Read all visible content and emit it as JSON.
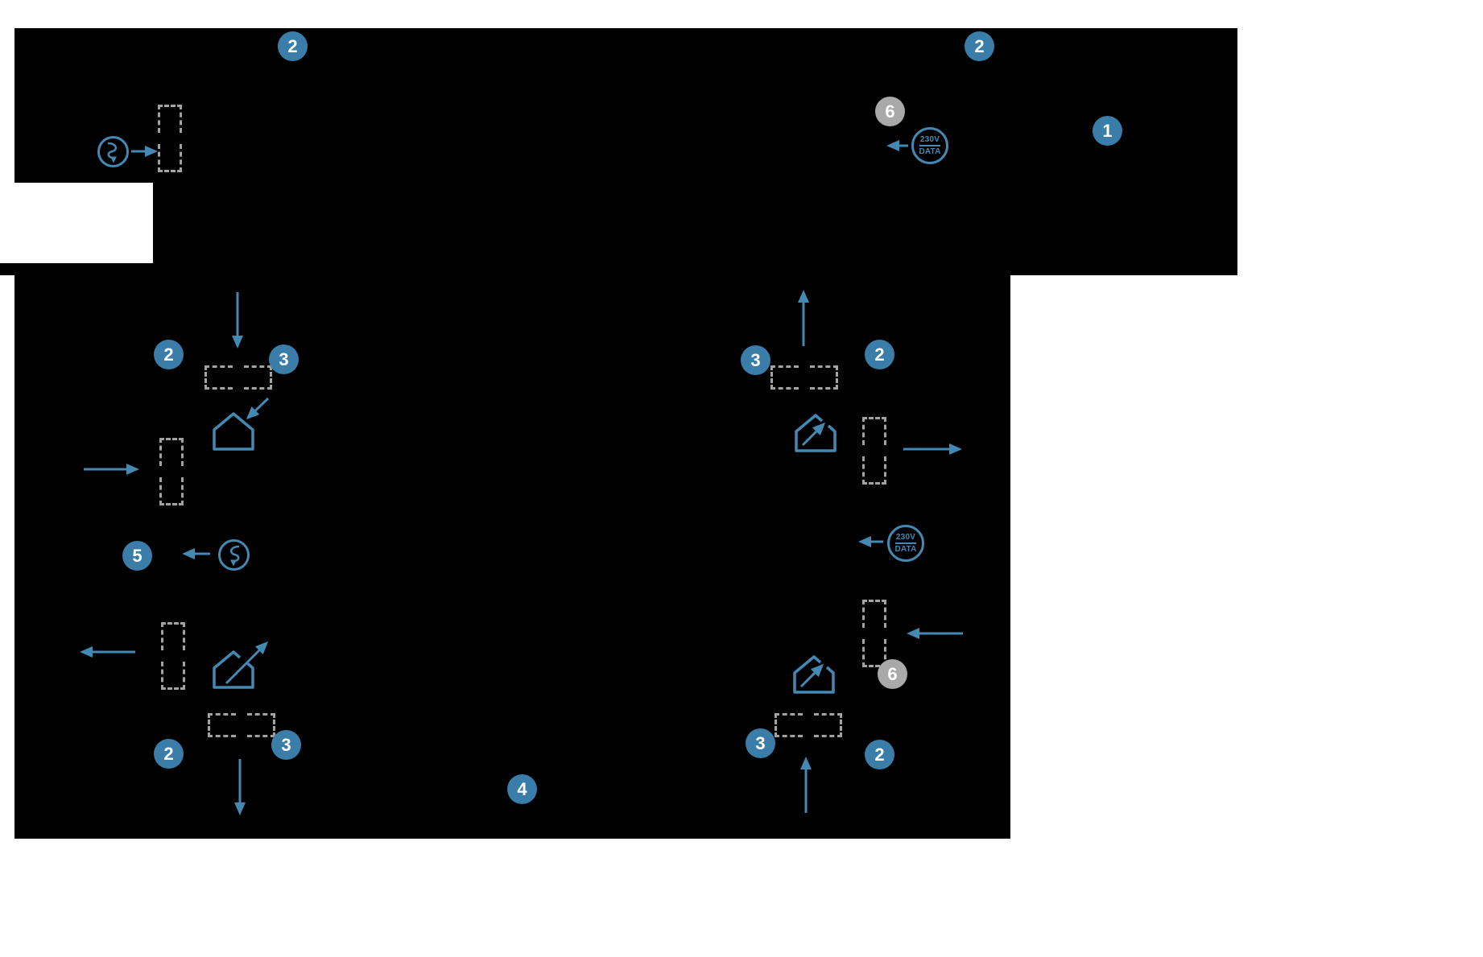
{
  "diagram": {
    "type": "ventilation-floor-plan",
    "colors": {
      "accent_blue": "#4488B4",
      "badge_blue": "#3A7DA8",
      "badge_gray": "#A9A9A9",
      "plan_fill": "#000000",
      "duct_dash_gray": "#A2A2A2",
      "background": "#FFFFFF"
    },
    "badges": [
      {
        "label": "2",
        "variant": "blue",
        "location": "top-left"
      },
      {
        "label": "2",
        "variant": "blue",
        "location": "top-right"
      },
      {
        "label": "6",
        "variant": "gray",
        "location": "upper-right-unit"
      },
      {
        "label": "1",
        "variant": "blue",
        "location": "right-room"
      },
      {
        "label": "2",
        "variant": "blue",
        "location": "mid-left-outer"
      },
      {
        "label": "3",
        "variant": "blue",
        "location": "mid-left-inner"
      },
      {
        "label": "3",
        "variant": "blue",
        "location": "mid-right-inner"
      },
      {
        "label": "2",
        "variant": "blue",
        "location": "mid-right-outer"
      },
      {
        "label": "5",
        "variant": "blue",
        "location": "left-center"
      },
      {
        "label": "2",
        "variant": "blue",
        "location": "bottom-left-outer"
      },
      {
        "label": "3",
        "variant": "blue",
        "location": "bottom-left-inner"
      },
      {
        "label": "3",
        "variant": "blue",
        "location": "bottom-right-inner"
      },
      {
        "label": "2",
        "variant": "blue",
        "location": "bottom-right-outer"
      },
      {
        "label": "6",
        "variant": "gray",
        "location": "lower-right-unit"
      },
      {
        "label": "4",
        "variant": "blue",
        "location": "bottom-center"
      }
    ],
    "power_data": {
      "line1": "230V",
      "line2": "DATA"
    },
    "icons": [
      {
        "name": "siphon-icon",
        "meaning": "condensate drain trap"
      },
      {
        "name": "house-supply-icon",
        "meaning": "supply air into room"
      },
      {
        "name": "house-extract-icon",
        "meaning": "extract air out of room"
      },
      {
        "name": "duct-penetration-icon",
        "meaning": "dashed duct wall opening"
      },
      {
        "name": "power-data-icon",
        "meaning": "230V and data connection"
      }
    ]
  }
}
